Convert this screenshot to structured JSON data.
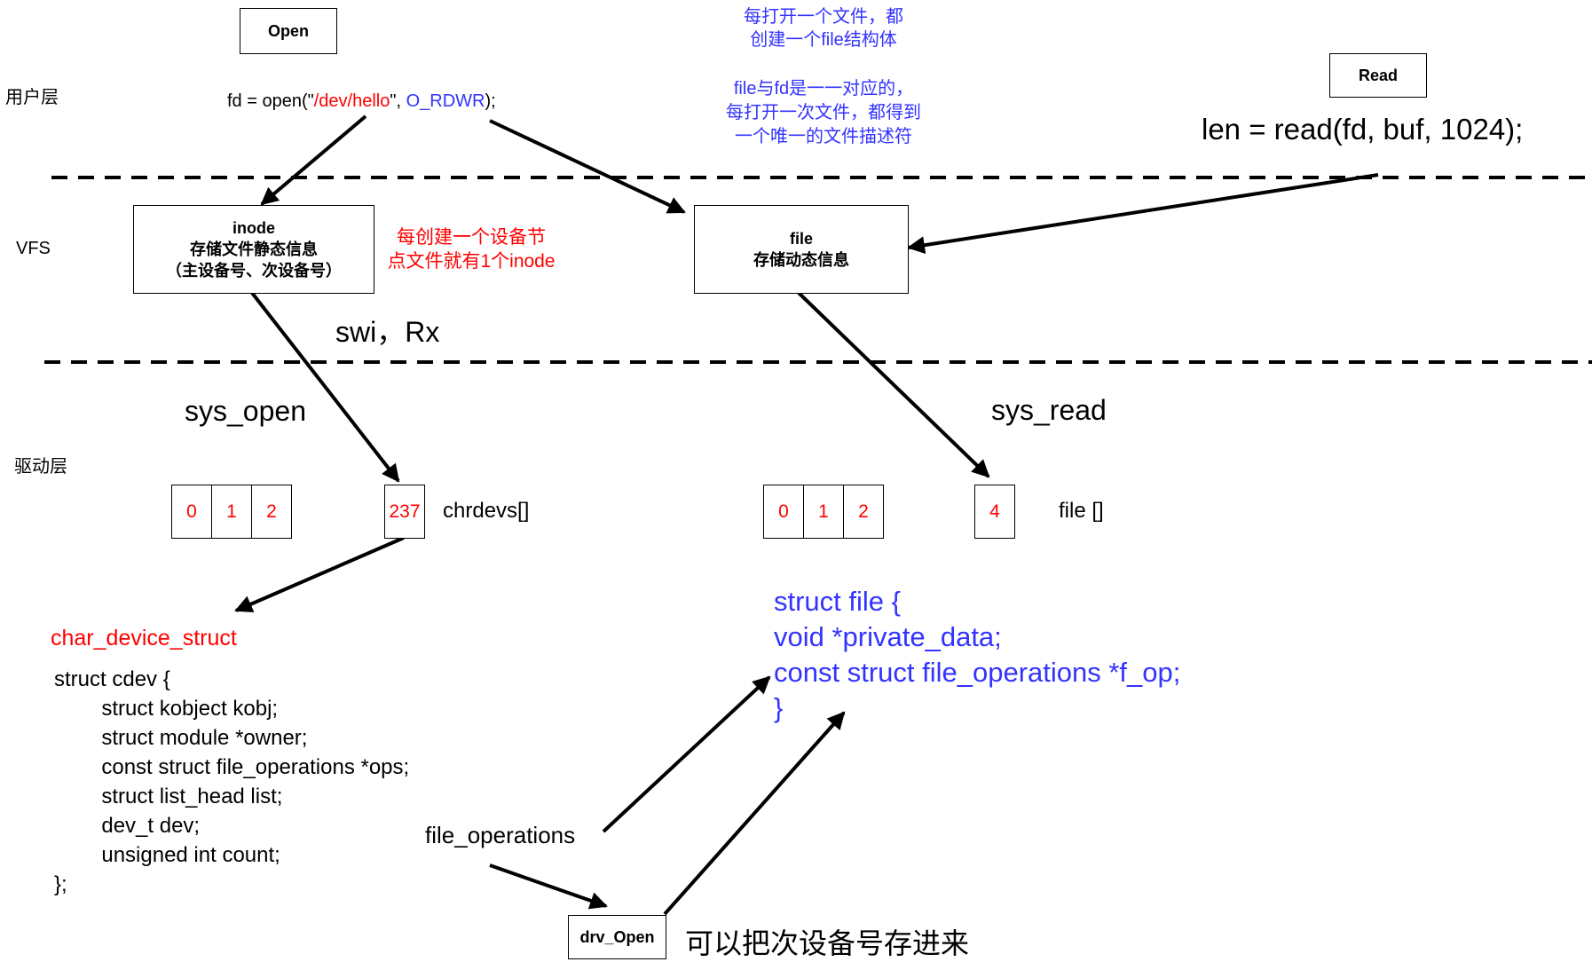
{
  "layers": {
    "user": "用户层",
    "vfs": "VFS",
    "driver": "驱动层"
  },
  "boxes": {
    "open": "Open",
    "read": "Read",
    "inode_title": "inode",
    "inode_line1": "存储文件静态信息",
    "inode_line2": "（主设备号、次设备号）",
    "file_title": "file",
    "file_line1": "存储动态信息",
    "drv_open": "drv_Open"
  },
  "open_call": {
    "prefix": "fd = open(\"",
    "path": "/dev/hello",
    "middle": "\", ",
    "flag": "O_RDWR",
    "suffix": ");"
  },
  "read_call": "len = read(fd, buf, 1024);",
  "notes": {
    "file_struct_line1": "每打开一个文件，都",
    "file_struct_line2": "创建一个file结构体",
    "fd_line1": "file与fd是一一对应的，",
    "fd_line2": "每打开一次文件，都得到",
    "fd_line3": "一个唯一的文件描述符",
    "inode_line1": "每创建一个设备节",
    "inode_line2": "点文件就有1个inode",
    "swi": "swi，Rx",
    "sys_open": "sys_open",
    "sys_read": "sys_read",
    "minor": "可以把次设备号存进来",
    "file_operations": "file_operations"
  },
  "arrays": {
    "chrdevs_cells": [
      "0",
      "1",
      "2"
    ],
    "chrdevs_index": "237",
    "chrdevs_label": "chrdevs[]",
    "file_cells": [
      "0",
      "1",
      "2"
    ],
    "file_index": "4",
    "file_label": "file []"
  },
  "char_device_struct": "char_device_struct",
  "cdev_code": [
    "struct cdev {",
    "        struct kobject kobj;",
    "        struct module *owner;",
    "        const struct file_operations *ops;",
    "        struct list_head list;",
    "        dev_t dev;",
    "        unsigned int count;",
    "};"
  ],
  "file_code": [
    "struct file {",
    "void *private_data;",
    "const struct file_operations *f_op;",
    "}"
  ],
  "colors": {
    "red": "#ff0000",
    "blue": "#3333ff",
    "black": "#000000"
  }
}
